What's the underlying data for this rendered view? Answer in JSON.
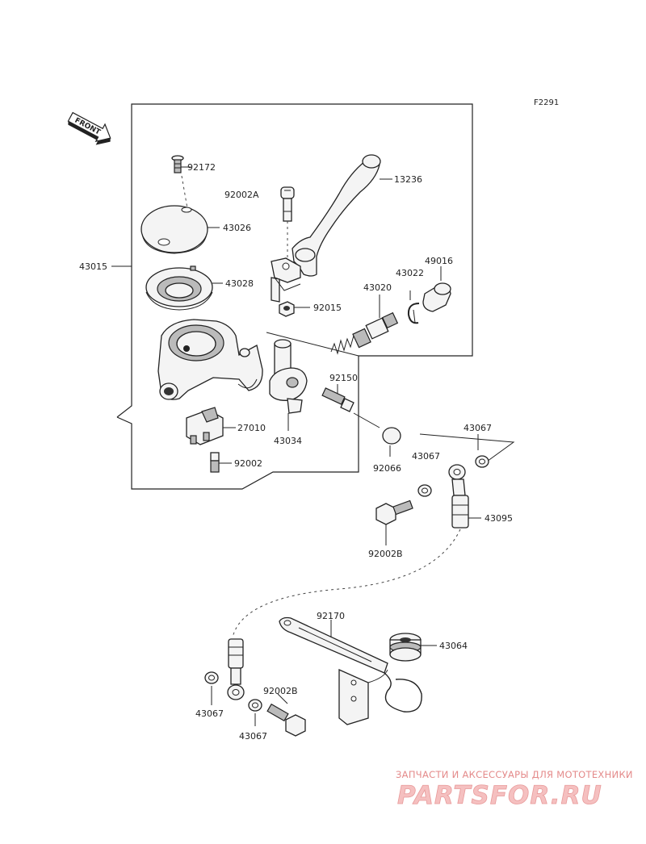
{
  "figure_id": "F2291",
  "front_label": "FRONT",
  "watermark": {
    "tagline": "ЗАПЧАСТИ И АКСЕССУАРЫ ДЛЯ МОТОТЕХНИКИ",
    "logo_text": "PARTSFOR.RU"
  },
  "parts": {
    "p92172": "92172",
    "p92002A": "92002A",
    "p13236": "13236",
    "p43026": "43026",
    "p43015": "43015",
    "p43028": "43028",
    "p43022": "43022",
    "p49016": "49016",
    "p43020": "43020",
    "p92015": "92015",
    "p92150": "92150",
    "p27010": "27010",
    "p43034": "43034",
    "p43067_a": "43067",
    "p92002": "92002",
    "p92066": "92066",
    "p43067_b": "43067",
    "p43095": "43095",
    "p92002B_a": "92002B",
    "p92170": "92170",
    "p43064": "43064",
    "p92002B_b": "92002B",
    "p43067_c": "43067",
    "p43067_d": "43067"
  }
}
